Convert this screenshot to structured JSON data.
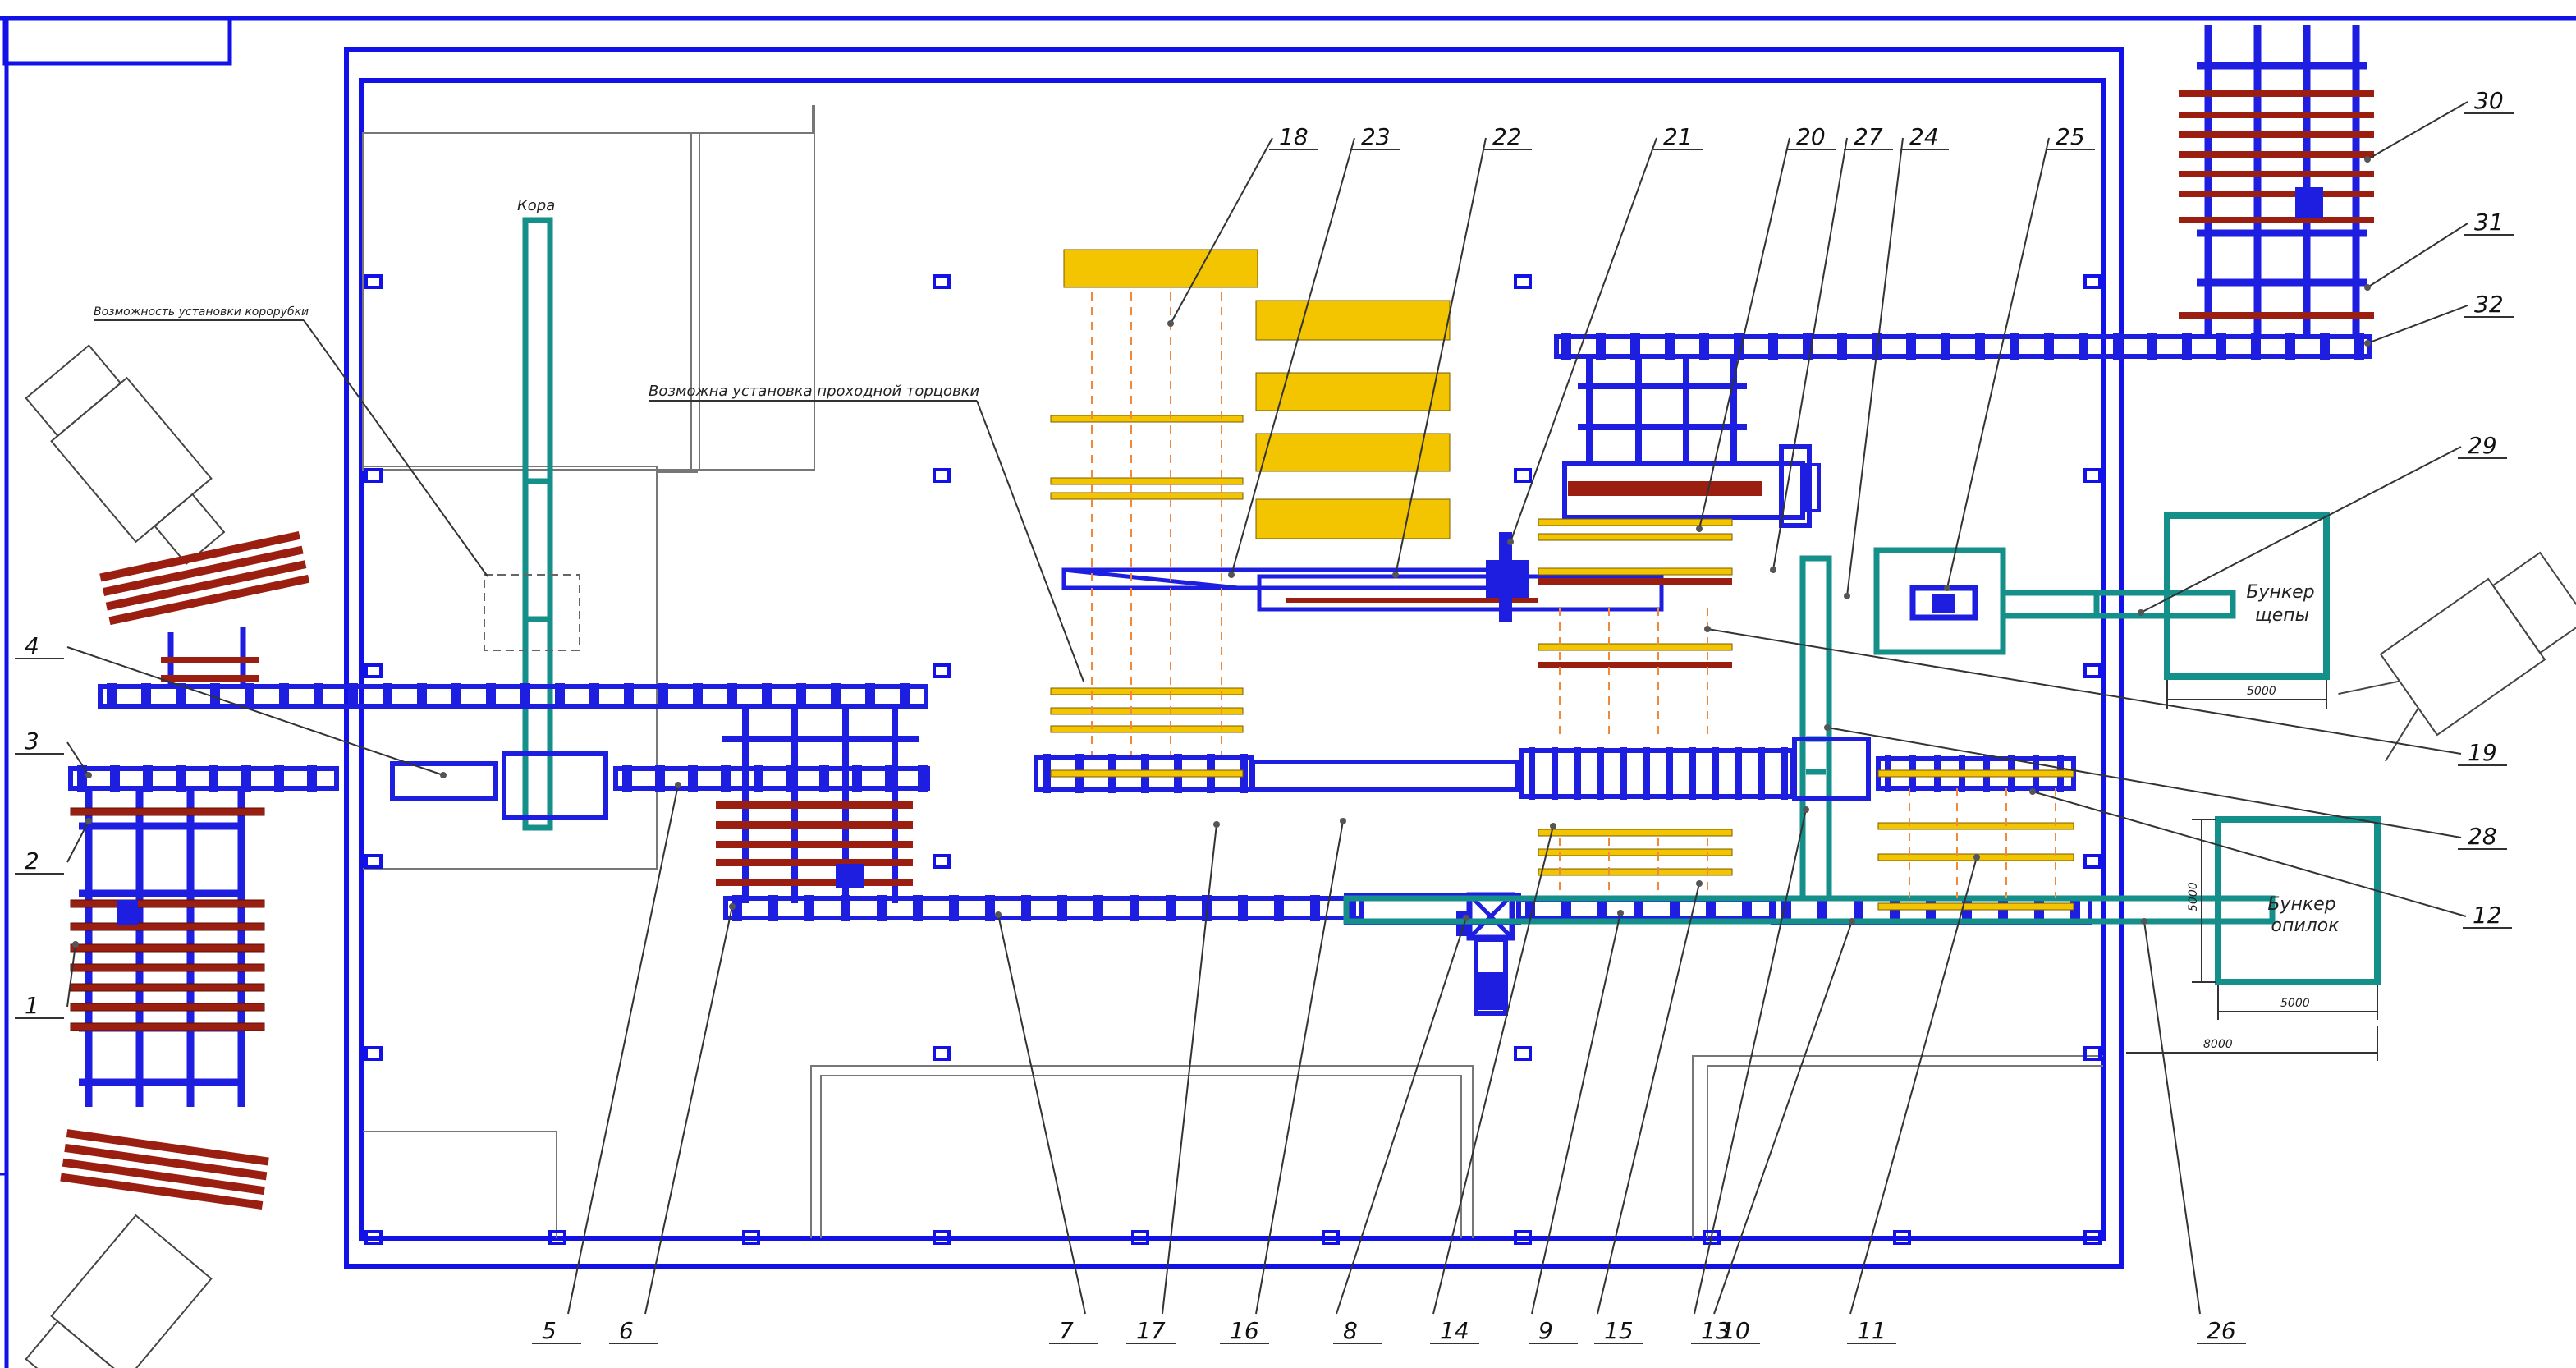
{
  "colors": {
    "frame": "#1212e8",
    "conveyor": "#1e1ee0",
    "teal": "#148f8a",
    "log": "#9a1f10",
    "board": "#f2c500",
    "leader": "#333333",
    "dashed_orange": "#f08a3a"
  },
  "labels": {
    "kora": "Кора",
    "debarker_possible": "Возможность установки корорубки",
    "crosscut_possible": "Возможна установка проходной торцовки",
    "chip_bin_line1": "Бункер",
    "chip_bin_line2": "щепы",
    "sawdust_bin_line1": "Бункер",
    "sawdust_bin_line2": "опилок"
  },
  "dimensions": {
    "chip_bin_width": "5000",
    "sawdust_bin_height": "5000",
    "sawdust_bin_width": "5000",
    "offset": "8000"
  },
  "callouts": [
    "1",
    "2",
    "3",
    "4",
    "5",
    "6",
    "7",
    "8",
    "9",
    "10",
    "11",
    "12",
    "13",
    "14",
    "15",
    "16",
    "17",
    "18",
    "19",
    "20",
    "21",
    "22",
    "23",
    "24",
    "25",
    "26",
    "27",
    "28",
    "29",
    "30",
    "31",
    "32"
  ]
}
